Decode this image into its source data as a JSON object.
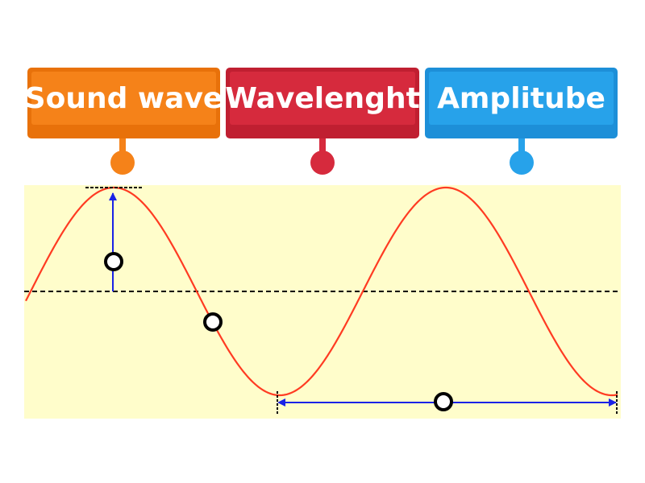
{
  "labels": [
    {
      "text": "Sound wave",
      "color": "#f58219"
    },
    {
      "text": "Wavelenght",
      "color": "#d62a3d"
    },
    {
      "text": "Amplitube",
      "color": "#27a2ea"
    }
  ],
  "diagram": {
    "background_color": "#fffdcb",
    "wave_color": "#ff3b22",
    "arrow_color": "#1a22e6",
    "axis_color": "#000000",
    "drop_zones": 3
  }
}
